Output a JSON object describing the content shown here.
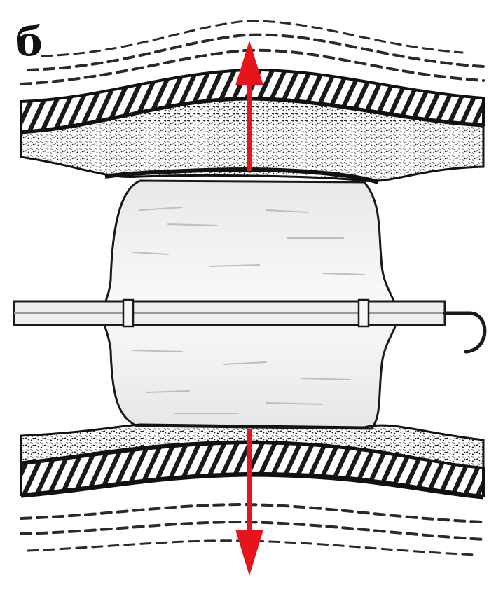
{
  "figure": {
    "panel_label": "б",
    "colors": {
      "ink": "#1a1a1a",
      "arrow": "#e8141b",
      "balloon_fill": "#f4f4f4",
      "tissue_fill": "#ffffff",
      "background": "#ffffff"
    },
    "elements": {
      "upper_wall": "vessel-wall-upper",
      "lower_wall": "vessel-wall-lower",
      "balloon": "balloon",
      "catheter": "catheter-shaft",
      "arrows": [
        "arrow-up",
        "arrow-down"
      ]
    }
  }
}
